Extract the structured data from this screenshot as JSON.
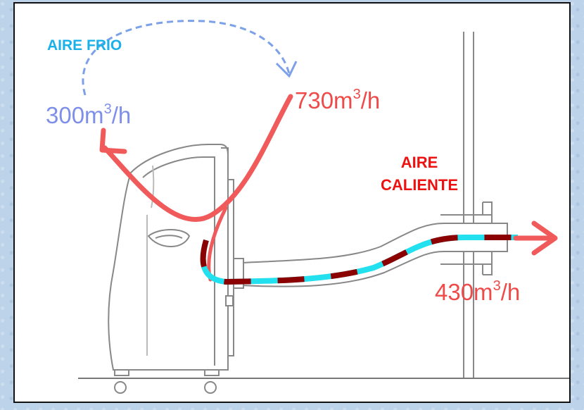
{
  "labels": {
    "cold_air": "AIRE FRIO",
    "hot_air_line1": "AIRE",
    "hot_air_line2": "CALIENTE"
  },
  "flows": {
    "cold": {
      "value": "300m",
      "exp": "3",
      "unit": "/h"
    },
    "total": {
      "value": "730m",
      "exp": "3",
      "unit": "/h"
    },
    "exhaust": {
      "value": "430m",
      "exp": "3",
      "unit": "/h"
    }
  },
  "colors": {
    "cold_text": "#1ab0ea",
    "cold_flow": "#7d8fe8",
    "hot_text": "#e11111",
    "hot_arrow": "#ee4a4a",
    "duct_cyan": "#22e0ee",
    "duct_dark_red": "#8b0000"
  }
}
